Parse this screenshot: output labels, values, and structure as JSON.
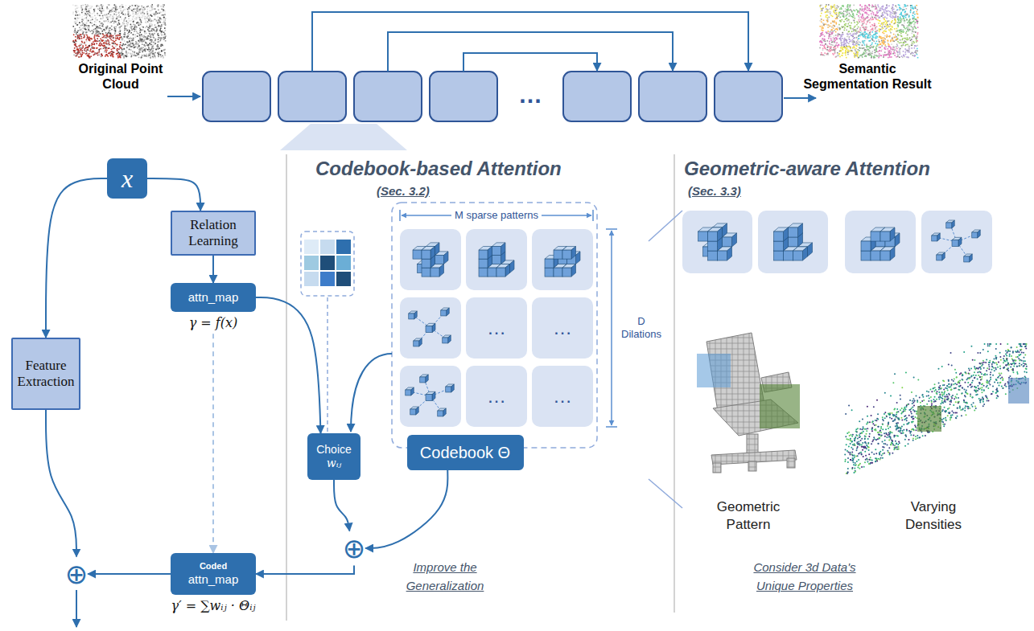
{
  "diagram": {
    "nodes": [
      {
        "text": [
          "x"
        ]
      },
      {
        "text": [
          "Relation Learning"
        ]
      },
      {
        "text": [
          "attn_map",
          "γ = f(x)"
        ]
      },
      {
        "text": [
          "Feature Extraction"
        ]
      },
      {
        "text": [
          "Choice",
          "wᵢⱼ"
        ]
      },
      {
        "text": [
          "Codebook Θ"
        ]
      },
      {
        "text": [
          "⊕"
        ]
      },
      {
        "text": [
          "Coded",
          "attn_map",
          "γ′ = ∑wᵢⱼ · Θᵢⱼ"
        ]
      },
      {
        "text": [
          "⊕"
        ]
      }
    ],
    "edges": [
      {
        "from": 0,
        "to": 1,
        "arrow": "to"
      },
      {
        "from": 0,
        "to": 3,
        "arrow": "to"
      },
      {
        "from": 1,
        "to": 2,
        "arrow": "to"
      },
      {
        "from": 2,
        "to": 7,
        "arrow": "to"
      },
      {
        "from": 2,
        "to": 4,
        "arrow": "to"
      },
      {
        "from": 4,
        "to": 6,
        "arrow": "to"
      },
      {
        "from": 5,
        "to": 6,
        "arrow": "to"
      },
      {
        "from": 6,
        "to": 7,
        "arrow": "to"
      },
      {
        "from": 7,
        "to": 8,
        "arrow": "to"
      },
      {
        "from": 3,
        "to": 8,
        "arrow": "to"
      }
    ],
    "labels": [
      "Original Point Cloud",
      "…",
      "Semantic Segmentation Result",
      "Codebook-based Attention",
      "(Sec. 3.2)",
      "M sparse patterns",
      "…",
      "…",
      "…",
      "…",
      "D Dilations",
      "Improve the Generalization",
      "Geometric-aware Attention",
      "(Sec. 3.3)",
      "Geometric Pattern",
      "Varying Densities",
      "Consider 3d Data's Unique Properties"
    ]
  }
}
